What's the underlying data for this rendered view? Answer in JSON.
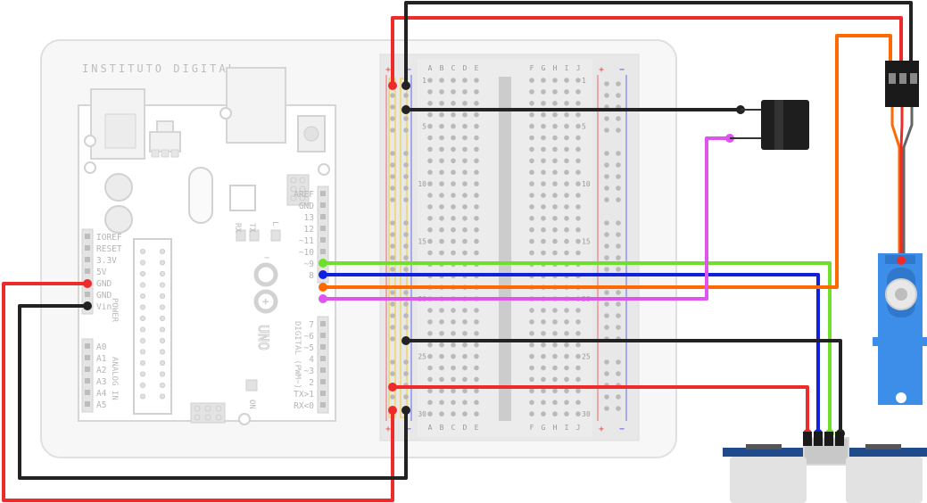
{
  "board": {
    "brand": "INSTITUTO DIGITAL",
    "model": "UNO",
    "on_label": "ON",
    "rx_label": "RX",
    "tx_label": "TX",
    "l_label": "L",
    "power_label": "POWER",
    "analog_label": "ANALOG IN",
    "digital_label": "DIGITAL (PWM~)",
    "power_pins": [
      "IOREF",
      "RESET",
      "3.3V",
      "5V",
      "GND",
      "GND",
      "Vin"
    ],
    "analog_pins": [
      "A0",
      "A1",
      "A2",
      "A3",
      "A4",
      "A5"
    ],
    "digital_top_pins": [
      "AREF",
      "GND",
      "13",
      "12",
      "~11",
      "~10",
      "~9",
      "8"
    ],
    "digital_bottom_pins": [
      "7",
      "~6",
      "~5",
      "4",
      "~3",
      "2",
      "TX>1",
      "RX<0"
    ]
  },
  "breadboard": {
    "columns": [
      "A",
      "B",
      "C",
      "D",
      "E",
      "F",
      "G",
      "H",
      "I",
      "J"
    ],
    "row_numbers": [
      "1",
      "5",
      "10",
      "15",
      "20",
      "25",
      "30"
    ],
    "plus": "+",
    "minus": "−"
  },
  "colors": {
    "red": "#ee2a2a",
    "black": "#222222",
    "green": "#6ee02c",
    "blue": "#1020dd",
    "orange": "#ff6a00",
    "magenta": "#dd55ee",
    "servo": "#3d8ee8",
    "board": "#f4f4f4",
    "board_line": "#dddddd"
  }
}
